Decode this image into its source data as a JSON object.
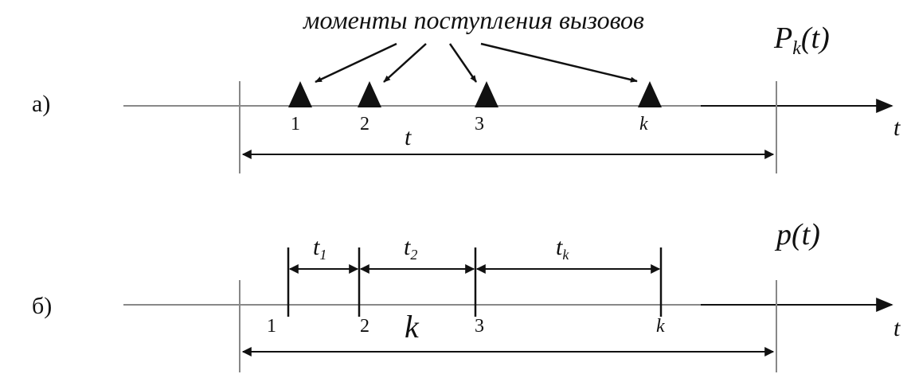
{
  "caption": "моменты поступления вызовов",
  "panel_a": {
    "label": "а)",
    "function_base": "P",
    "function_sub": "k",
    "function_arg": "(t)",
    "axis_label": "t",
    "event_labels": [
      "1",
      "2",
      "3",
      "k"
    ],
    "interval_label": "t"
  },
  "panel_b": {
    "label": "б)",
    "function": "p(t)",
    "axis_label": "t",
    "event_labels": [
      "1",
      "2",
      "3",
      "k"
    ],
    "interval_labels": [
      {
        "base": "t",
        "sub": "1"
      },
      {
        "base": "t",
        "sub": "2"
      },
      {
        "base": "t",
        "sub": "k"
      }
    ],
    "count_label": "k"
  },
  "colors": {
    "ink": "#111111",
    "axis_gray": "#888888"
  }
}
